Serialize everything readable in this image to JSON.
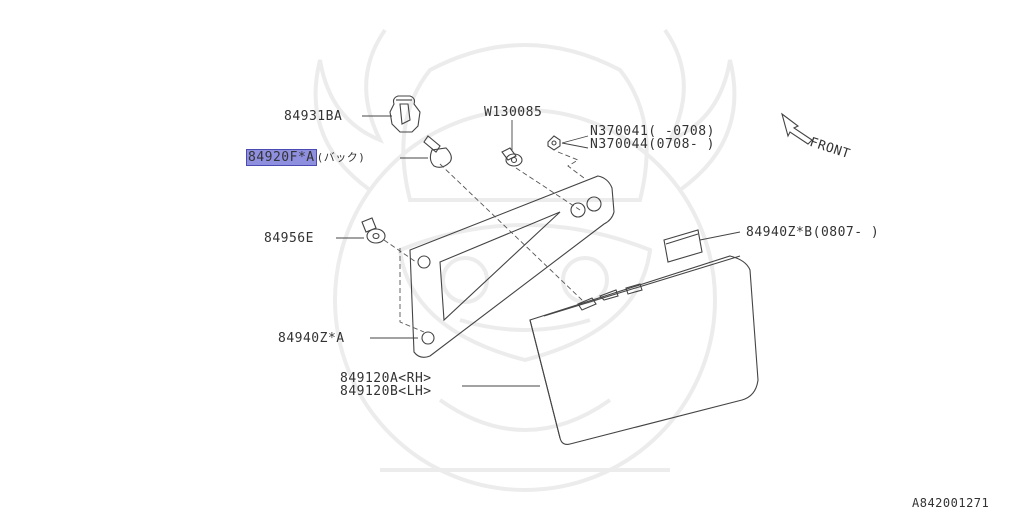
{
  "parts": {
    "bulb_socket": {
      "number": "84931BA"
    },
    "bulb": {
      "number": "84920F*A",
      "suffix": "(バック)"
    },
    "grommet": {
      "number": "84956E"
    },
    "gasket_a": {
      "number": "84940Z*A"
    },
    "washer": {
      "number": "W130085"
    },
    "nut_1": {
      "label": "N370041( -0708)"
    },
    "nut_2": {
      "label": "N370044(0708- )"
    },
    "gasket_b": {
      "label": "84940Z*B(0807- )"
    },
    "lamp_rh": {
      "label": "849120A<RH>"
    },
    "lamp_lh": {
      "label": "849120B<LH>"
    }
  },
  "front_label": "FRONT",
  "diagram_code": "A842001271",
  "highlight_color": "#8f8fdf"
}
